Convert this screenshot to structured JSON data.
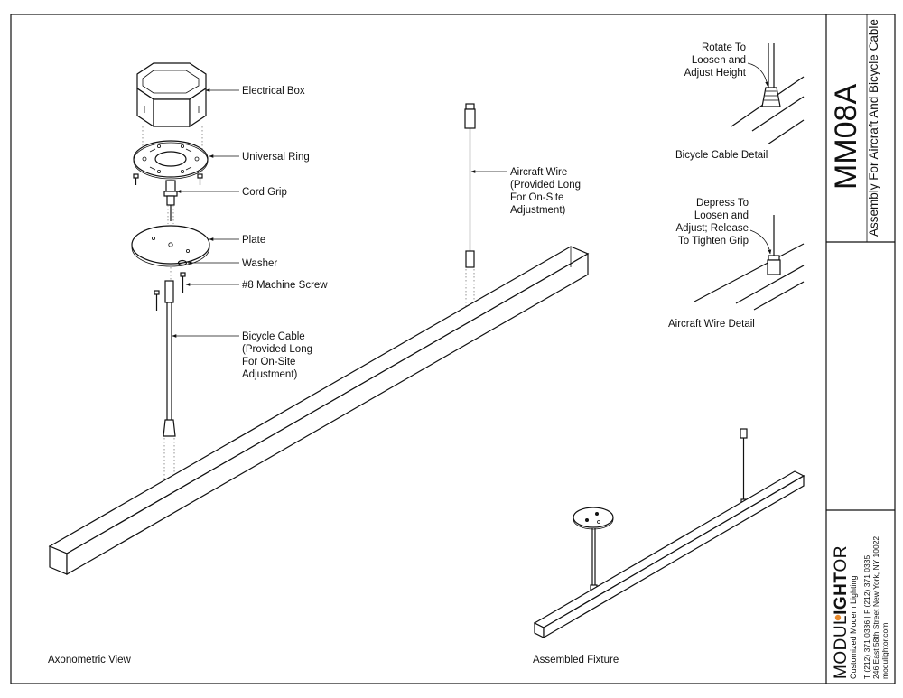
{
  "title_block": {
    "model": "MM08A",
    "description": "Assembly For Aircraft And Bicycle Cable",
    "brand_prefix": "MODUL",
    "brand_mid": "IGHT",
    "brand_suffix": "OR",
    "tagline": "Customized Modern Lighting",
    "phone_fax": "T (212) 371 0336  |  F (212) 371 0335",
    "address": "246 East 58th Street   New York, NY 10022",
    "website": "modulightor.com"
  },
  "labels": {
    "electrical_box": "Electrical Box",
    "universal_ring": "Universal Ring",
    "cord_grip": "Cord Grip",
    "plate": "Plate",
    "washer": "Washer",
    "machine_screw": "#8 Machine Screw",
    "bicycle_cable": [
      "Bicycle Cable",
      "(Provided Long",
      "For On-Site",
      "Adjustment)"
    ],
    "aircraft_wire": [
      "Aircraft Wire",
      "(Provided Long",
      "For On-Site",
      "Adjustment)"
    ],
    "bicycle_detail_note": [
      "Rotate To",
      "Loosen and",
      "Adjust Height"
    ],
    "bicycle_detail_caption": "Bicycle Cable Detail",
    "aircraft_detail_note": [
      "Depress To",
      "Loosen and",
      "Adjust; Release",
      "To Tighten Grip"
    ],
    "aircraft_detail_caption": "Aircraft Wire Detail",
    "axonometric_caption": "Axonometric View",
    "assembled_caption": "Assembled Fixture"
  }
}
